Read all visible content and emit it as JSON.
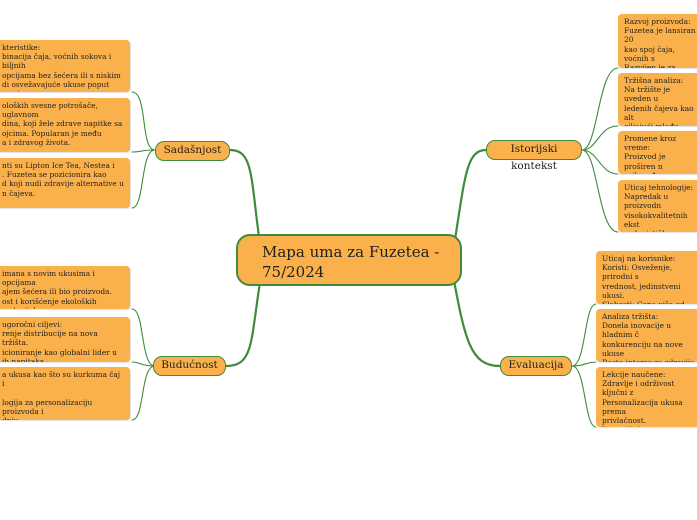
{
  "central": {
    "title": "Mapa uma za Fuzetea - 75/2024"
  },
  "branches": {
    "sadasnjost": {
      "label": "Sadašnjost",
      "notes": [
        "kteristike:\nbinacija čaja, voćnih sokova i biljnih\nopcijama bez šećera ili s niskim\ndi osvežavajuće ukuse poput\nusa i manga.",
        "oloških svesne potrošače, uglavnom\ndina, koji žele zdrave napitke sa\nojcima. Popularan je među\na i zdravog života.",
        "nti su Lipton Ice Tea, Nestea i\n. Fuzetea se pozicionira kao\nd koji nudi zdravije alternative u\nn čajeva."
      ]
    },
    "buducnost": {
      "label": "Budućnost",
      "notes": [
        "imana s novim ukusima i opcijama\najem šećera ili bio proizvoda.\nost i korišćenje ekoloških materijala",
        "ugoročni ciljevi:\nrenje distribucije na nova tržišta.\nicioniranje kao globalni lider u\nih napitaka.",
        "a ukusa kao što su kurkuma čaj i\n\nlogija za personalizaciju proizvoda i\ndnju."
      ]
    },
    "istorijski": {
      "label": "Istorijski kontekst",
      "notes": [
        "Razvoj proizvoda:\nFuzetea je lansiran 20\nkao spoj čaja, voćnih s\nRazvijen je za potrošač\nzdraviji napitak.",
        "Tržišna analiza:\nNa tržište je uveden u\nledenih čajeva kao alt\nciljajući mlađu popula\nzdravije opcije.",
        "Promene kroz vreme:\nProizvod je proširen n\nprilagođen trendovim\npraćeći promene u pre",
        "Uticaj tehnologije:\nNapredak u proizvodn\nvisokokvalitetnih ekst\nsu logističke inovacije\ndistribuciju."
      ]
    },
    "evaluacija": {
      "label": "Evaluacija",
      "notes": [
        "Uticaj na korisnike:\nKoristi: Osveženje, prirodni s\nvrednost, jedinstveni ukusi.\nSlabosti: Cena viša od konku\nda je ukus previše blag.",
        "Analiza tržišta:\nDonela inovacije u hladnim č\nkonkurenciju na nove ukuse\nRaste interes za zdravija i od\npovećava tržišni udeo.",
        "Lekcije naučene:\nZdravlje i održivost ključni z\nPersonalizacija ukusa prema\nprivlačnost.\nInovacija i prilagođavanje tr\nneophodni za dugoročnu ko"
      ]
    }
  },
  "colors": {
    "node_fill": "#fbb14b",
    "connector": "#3f8a3e"
  }
}
